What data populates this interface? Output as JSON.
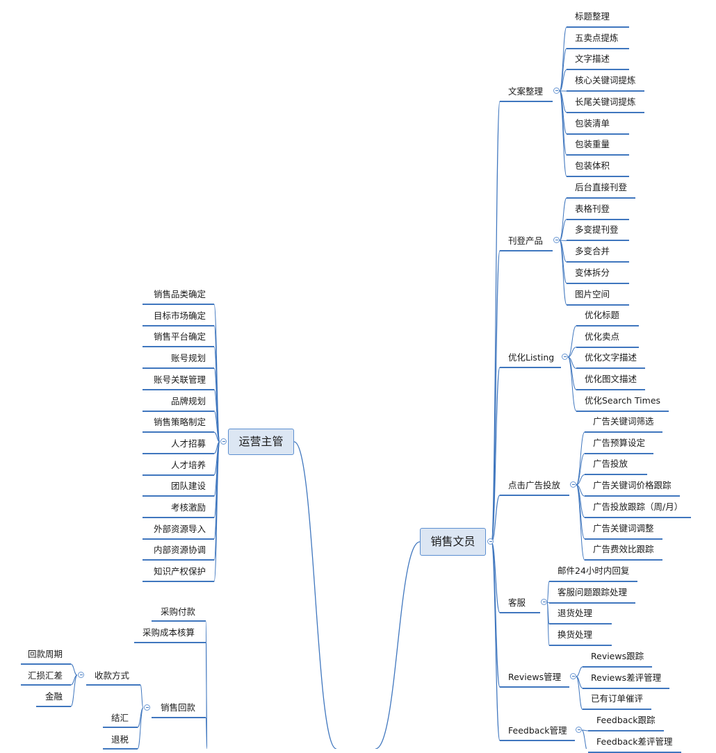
{
  "center_topics": {
    "ops_manager": "运营主管",
    "sales_clerk": "销售文员"
  },
  "ops_manager_items": [
    "销售品类确定",
    "目标市场确定",
    "销售平台确定",
    "账号规划",
    "账号关联管理",
    "品牌规划",
    "销售策略制定",
    "人才招募",
    "人才培养",
    "团队建设",
    "考核激励",
    "外部资源导入",
    "内部资源协调",
    "知识产权保护"
  ],
  "finance": {
    "purchase_payment": "采购付款",
    "purchase_cost": "采购成本核算",
    "sales_collection": "销售回款",
    "collection_methods": "收款方式",
    "collection_children": [
      "回款周期",
      "汇损汇差",
      "金融"
    ],
    "settlement": "结汇",
    "tax_refund": "退税"
  },
  "sales_clerk_groups": [
    {
      "label": "文案整理",
      "children": [
        "标题整理",
        "五卖点提炼",
        "文字描述",
        "核心关键词提炼",
        "长尾关键词提炼",
        "包装清单",
        "包装重量",
        "包装体积"
      ]
    },
    {
      "label": "刊登产品",
      "children": [
        "后台直接刊登",
        "表格刊登",
        "多变提刊登",
        "多变合并",
        "变体拆分",
        "图片空间"
      ]
    },
    {
      "label": "优化Listing",
      "children": [
        "优化标题",
        "优化卖点",
        "优化文字描述",
        "优化图文描述",
        "优化Search Times"
      ]
    },
    {
      "label": "点击广告投放",
      "children": [
        "广告关键词筛选",
        "广告预算设定",
        "广告投放",
        "广告关键词价格跟踪",
        "广告投放跟踪（周/月）",
        "广告关键词调整",
        "广告费效比跟踪"
      ]
    },
    {
      "label": "客服",
      "children": [
        "邮件24小时内回复",
        "客服问题跟踪处理",
        "退货处理",
        "换货处理"
      ]
    },
    {
      "label": "Reviews管理",
      "children": [
        "Reviews跟踪",
        "Reviews差评管理",
        "已有订单催评"
      ]
    },
    {
      "label": "Feedback管理",
      "children": [
        "Feedback跟踪",
        "Feedback差评管理"
      ]
    }
  ],
  "colors": {
    "line": "#3f76be",
    "hub_fill": "#dce6f3",
    "hub_border": "#5b8ed0"
  }
}
